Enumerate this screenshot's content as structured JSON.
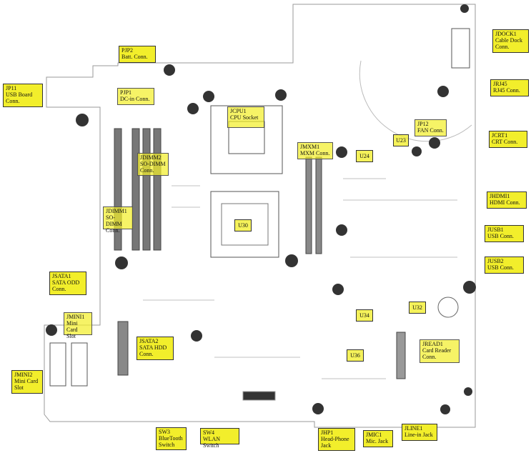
{
  "labels": {
    "pjp2": "PJP2\nBatt. Conn.",
    "jp11": "JP11\nUSB Board\nConn.",
    "pjp1": "PJP1\nDC-in Conn.",
    "jcpu1": "JCPU1\nCPU Socket",
    "jdimm2": "JDIMM2\nSO-DIMM\nConn.",
    "jdimm1": "JDIMM1\nSO-DIMM\nConn.",
    "jmxm1": "JMXM1\nMXM Conn.",
    "jp12": "JP12\nFAN Conn.",
    "jdock1": "JDOCK1\nCable Dock\nConn.",
    "jrj45": "JRJ45\nRJ45 Conn.",
    "jcrt1": "JCRT1\nCRT Conn.",
    "jhdmi1": "JHDMI1\nHDMI Conn.",
    "jusb1": "JUSB1\nUSB Conn.",
    "jusb2": "JUSB2\nUSB Conn.",
    "jsata1": "JSATA1\nSATA ODD\nConn.",
    "jmini1": "JMINI1\nMini Card\nSlot",
    "jsata2": "JSATA2\nSATA HDD\nConn.",
    "jmini2": "JMINI2\nMini Card\nSlot",
    "jread1": "JREAD1\nCard Reader\nConn.",
    "sw3": "SW3\nBlueTooth\nSwitch",
    "sw4": "SW4\nWLAN Switch",
    "jhp1": "JHP1\nHead-Phone\nJack",
    "jmic1": "JMIC1\nMic. Jack",
    "jline1": "JLINE1\nLine-in Jack"
  },
  "chips": {
    "u23": "U23",
    "u24": "U24",
    "u30": "U30",
    "u32": "U32",
    "u34": "U34",
    "u36": "U36"
  }
}
